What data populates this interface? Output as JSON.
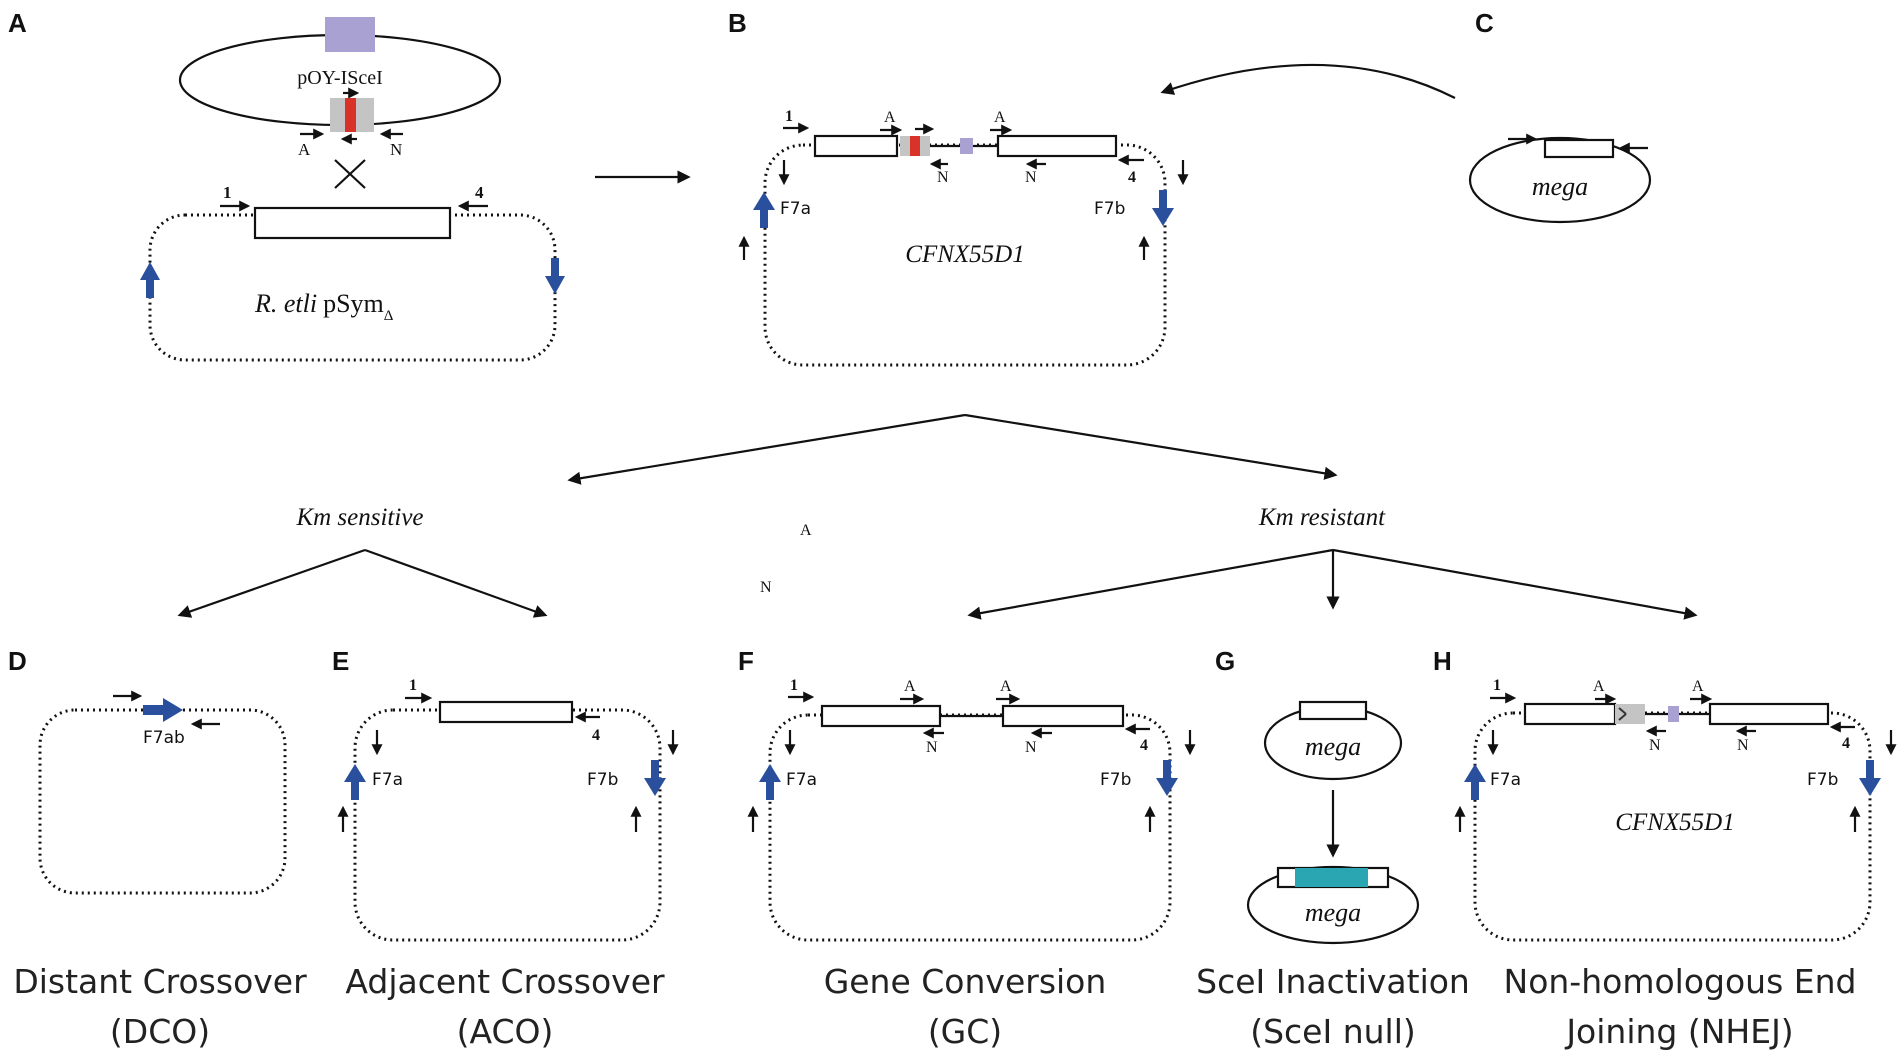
{
  "panels": {
    "A": "A",
    "B": "B",
    "C": "C",
    "D": "D",
    "E": "E",
    "F": "F",
    "G": "G",
    "H": "H"
  },
  "panelA": {
    "plasmid": "pOY-ISceI",
    "site_A": "A",
    "site_N": "N",
    "primer_1": "1",
    "primer_4": "4",
    "replicon_species": "R. etli",
    "replicon_name": "pSym",
    "replicon_subscript": "Δ"
  },
  "panelB": {
    "primer_1": "1",
    "primer_4": "4",
    "site_A1": "A",
    "site_A2": "A",
    "site_N1": "N",
    "site_N2": "N",
    "f7a": "F7a",
    "f7b": "F7b",
    "strain": "CFNX55D1"
  },
  "panelC": {
    "replicon": "mega"
  },
  "branches": {
    "left": "Km sensitive",
    "right": "Km resistant",
    "stray_A": "A",
    "stray_N": "N"
  },
  "panelD": {
    "marker": "F7ab",
    "caption_line1": "Distant Crossover",
    "caption_line2": "(DCO)"
  },
  "panelE": {
    "primer_1": "1",
    "primer_4": "4",
    "f7a": "F7a",
    "f7b": "F7b",
    "caption_line1": "Adjacent Crossover",
    "caption_line2": "(ACO)"
  },
  "panelF": {
    "primer_1": "1",
    "primer_4": "4",
    "site_A1": "A",
    "site_A2": "A",
    "site_N1": "N",
    "site_N2": "N",
    "f7a": "F7a",
    "f7b": "F7b",
    "caption_line1": "Gene Conversion",
    "caption_line2": "(GC)"
  },
  "panelG": {
    "replicon_top": "mega",
    "replicon_bottom": "mega",
    "caption_line1": "SceI Inactivation",
    "caption_line2": "(SceI null)"
  },
  "panelH": {
    "primer_1": "1",
    "primer_4": "4",
    "site_A1": "A",
    "site_A2": "A",
    "site_N1": "N",
    "site_N2": "N",
    "f7a": "F7a",
    "f7b": "F7b",
    "strain": "CFNX55D1",
    "caption_line1": "Non-homologous End",
    "caption_line2": "Joining (NHEJ)"
  },
  "colors": {
    "isce_site": "#a9a1d2",
    "cassette_grey": "#c4c4c4",
    "km_red": "#d93228",
    "blue_arrow": "#2a4f9c",
    "teal_insert": "#2aa5b2"
  }
}
